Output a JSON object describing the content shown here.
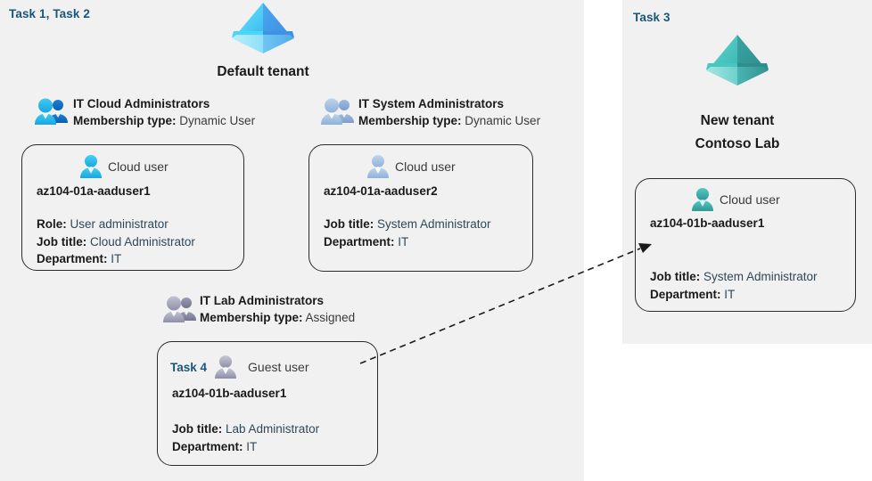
{
  "panels": {
    "left": {
      "task_tag": "Task 1, Task 2"
    },
    "right": {
      "task_tag": "Task 3"
    }
  },
  "tenants": [
    {
      "id": "default-tenant",
      "label": "Default tenant",
      "icon": "azure-ad-tenant-icon",
      "color": "#37b6f0"
    },
    {
      "id": "new-tenant",
      "label_line1": "New  tenant",
      "label_line2": "Contoso Lab",
      "icon": "azure-ad-tenant-icon",
      "color": "#3ab5b0"
    }
  ],
  "groups": [
    {
      "id": "it-cloud-administrators",
      "name": "IT Cloud Administrators",
      "membership_label": "Membership type:",
      "membership_value": "Dynamic User",
      "icon": "group-users-icon"
    },
    {
      "id": "it-system-administrators",
      "name": "IT System Administrators",
      "membership_label": "Membership type:",
      "membership_value": "Dynamic User",
      "icon": "group-users-icon"
    },
    {
      "id": "it-lab-administrators",
      "name": "IT Lab Administrators",
      "membership_label": "Membership type:",
      "membership_value": "Assigned",
      "icon": "group-users-icon"
    }
  ],
  "cards": [
    {
      "id": "az104-01a-aaduser1",
      "user_type": "Cloud user",
      "user_icon": "cloud-user-icon",
      "upn": "az104-01a-aaduser1",
      "task_tag": "",
      "attributes": [
        {
          "label": "Role:",
          "value": "User administrator"
        },
        {
          "label": "Job title:",
          "value": "Cloud Administrator"
        },
        {
          "label": "Department:",
          "value": "IT"
        }
      ]
    },
    {
      "id": "az104-01a-aaduser2",
      "user_type": "Cloud user",
      "user_icon": "cloud-user-icon",
      "upn": "az104-01a-aaduser2",
      "task_tag": "",
      "attributes": [
        {
          "label": "Job title:",
          "value": "System Administrator"
        },
        {
          "label": "Department:",
          "value": "IT"
        }
      ]
    },
    {
      "id": "az104-01b-aaduser1-guest",
      "user_type": "Guest user",
      "user_icon": "guest-user-icon",
      "upn": "az104-01b-aaduser1",
      "task_tag": "Task 4",
      "attributes": [
        {
          "label": "Job title:",
          "value": "Lab Administrator"
        },
        {
          "label": "Department:",
          "value": "IT"
        }
      ]
    },
    {
      "id": "az104-01b-aaduser1-cloud",
      "user_type": "Cloud user",
      "user_icon": "cloud-user-icon",
      "upn": "az104-01b-aaduser1",
      "task_tag": "",
      "attributes": [
        {
          "label": "Job title:",
          "value": "System Administrator"
        },
        {
          "label": "Department:",
          "value": "IT"
        }
      ]
    }
  ],
  "connector": {
    "id": "guest-invite-arrow",
    "style": "dashed",
    "from": "az104-01b-aaduser1-guest",
    "to": "az104-01b-aaduser1-cloud"
  },
  "colors": {
    "panel_background": "#f1f1f1",
    "page_background": "#ffffff",
    "task_tag": "#19567c",
    "card_border": "#2b2b2b",
    "attribute_value": "#2f4858",
    "tenant_default": "#37b6f0",
    "tenant_new": "#3ab5b0"
  }
}
